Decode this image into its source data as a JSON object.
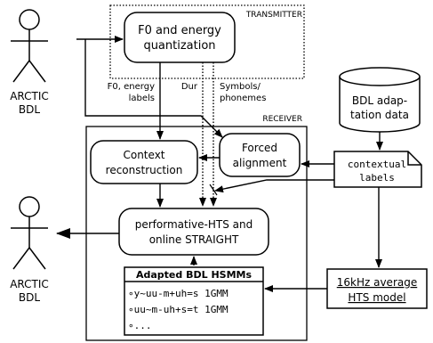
{
  "sender": {
    "line1": "ARCTIC",
    "line2": "BDL"
  },
  "listener": {
    "line1": "ARCTIC",
    "line2": "BDL"
  },
  "transmitter": {
    "label": "TRANSMITTER"
  },
  "receiver": {
    "label": "RECEIVER"
  },
  "quantization": {
    "line1": "F0 and energy",
    "line2": "quantization"
  },
  "flows": {
    "f0_line1": "F0, energy",
    "f0_line2": "labels",
    "dur": "Dur",
    "symbols_line1": "Symbols/",
    "symbols_line2": "phonemes"
  },
  "database": {
    "line1": "BDL adap-",
    "line2": "tation data"
  },
  "contextual_labels": {
    "line1": "contextual",
    "line2": "labels"
  },
  "context_reconstruction": {
    "line1": "Context",
    "line2": "reconstruction"
  },
  "forced_alignment": {
    "line1": "Forced",
    "line2": "alignment"
  },
  "synthesizer": {
    "line1": "performative-HTS and",
    "line2": "online STRAIGHT"
  },
  "hsmm": {
    "title": "Adapted  BDL HSMMs",
    "rows": [
      "∘y~uu-m+uh=s  1GMM",
      "∘uu~m-uh+s=t  1GMM",
      "∘..."
    ]
  },
  "average_model": {
    "line1": "16kHz average",
    "line2": "HTS model"
  }
}
